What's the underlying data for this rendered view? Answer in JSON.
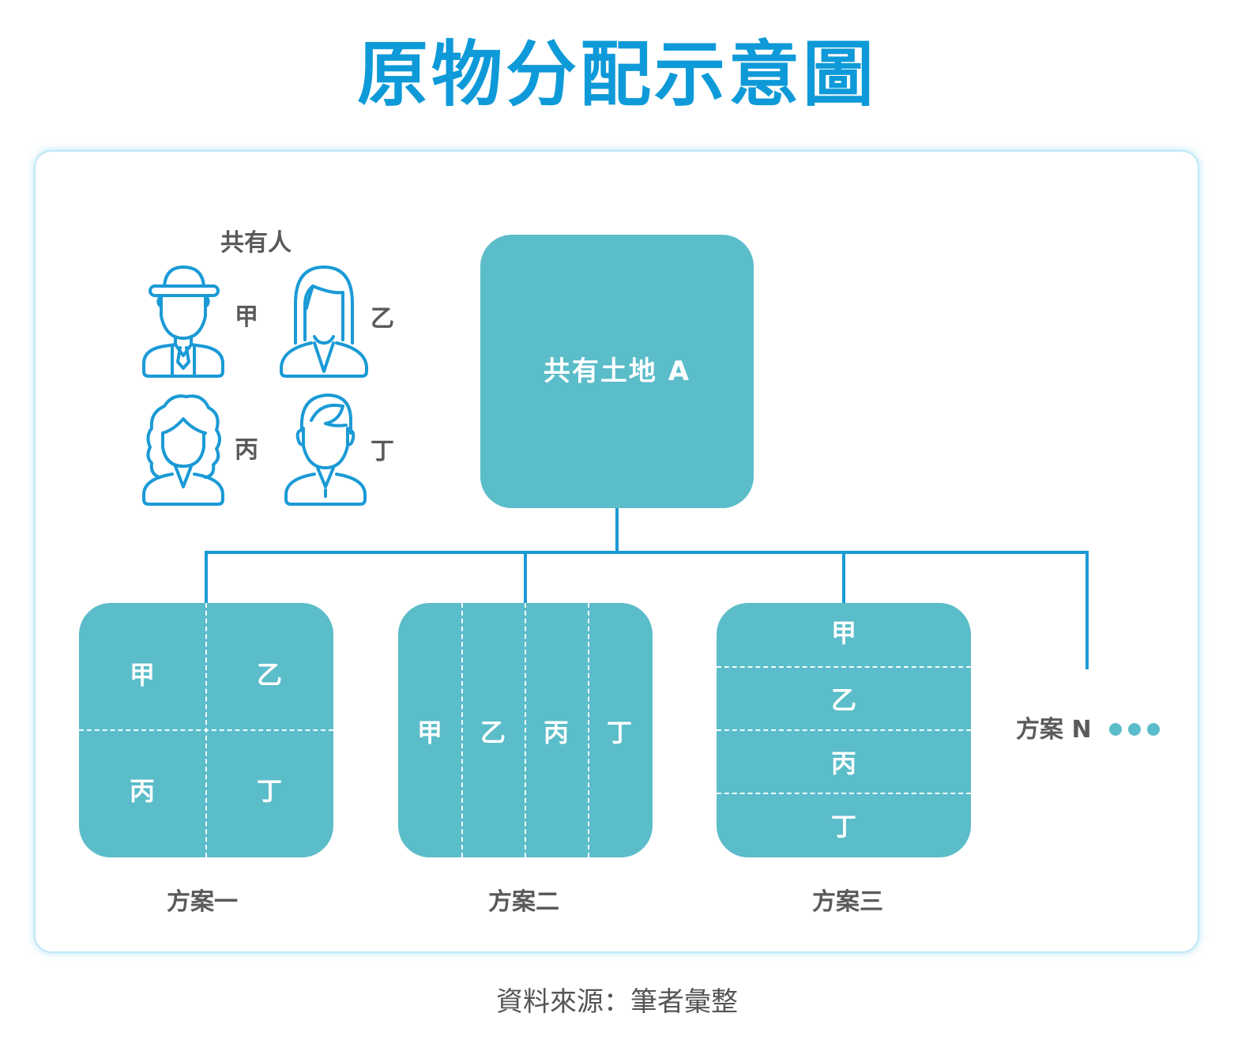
{
  "title": "原物分配示意圖",
  "co_owners": {
    "heading": "共有人",
    "people": [
      {
        "name": "甲",
        "icon": "man-with-hat-icon"
      },
      {
        "name": "乙",
        "icon": "woman-long-hair-icon"
      },
      {
        "name": "丙",
        "icon": "woman-curly-hair-icon"
      },
      {
        "name": "丁",
        "icon": "man-side-part-icon"
      }
    ]
  },
  "root": {
    "label": "共有土地 A"
  },
  "plans": [
    {
      "name": "方案一",
      "cells": [
        "甲",
        "乙",
        "丙",
        "丁"
      ]
    },
    {
      "name": "方案二",
      "cells": [
        "甲",
        "乙",
        "丙",
        "丁"
      ]
    },
    {
      "name": "方案三",
      "cells": [
        "甲",
        "乙",
        "丙",
        "丁"
      ]
    }
  ],
  "plan_n": {
    "label": "方案 N"
  },
  "source": "資料來源：筆者彙整",
  "colors": {
    "title": "#0e9ad8",
    "box_fill": "#5bbdc9",
    "connector": "#1a9ad6",
    "icon_stroke": "#1a9ad6",
    "label_gray": "#5a5a5a"
  }
}
